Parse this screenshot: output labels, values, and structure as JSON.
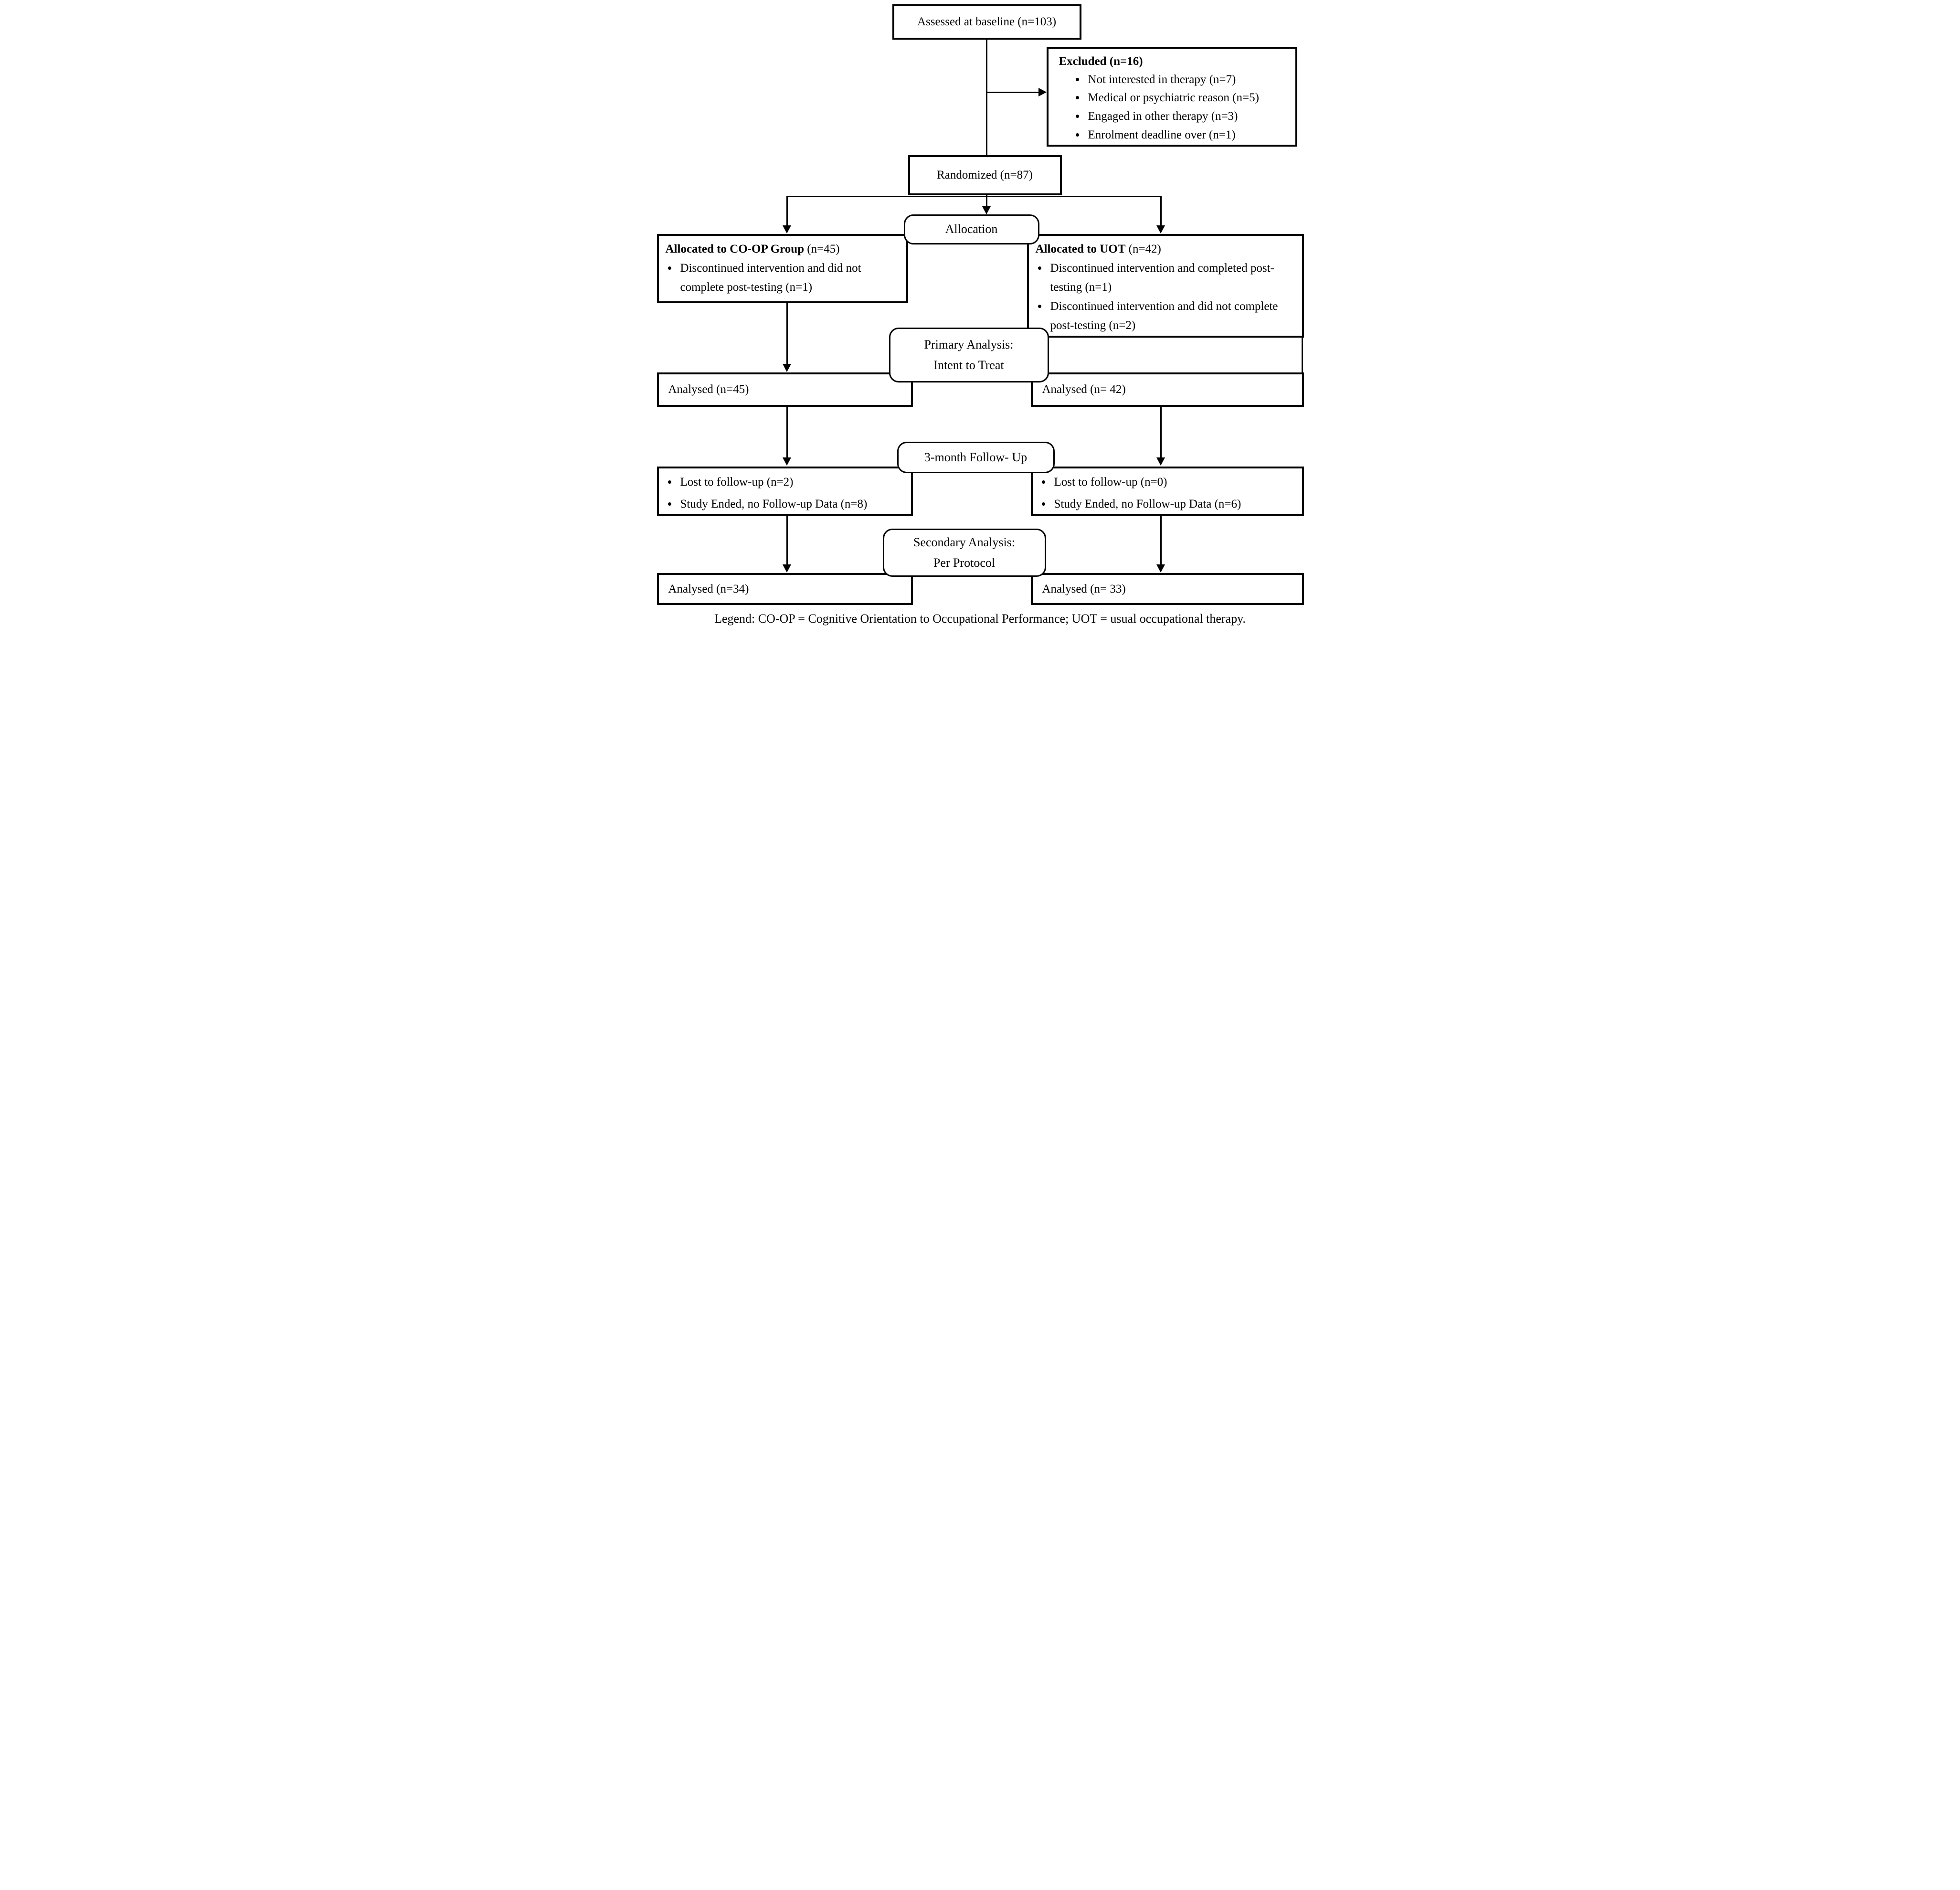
{
  "diagram": {
    "nodes": {
      "assessed": {
        "label": "Assessed at baseline (n=103)"
      },
      "excluded": {
        "title": "Excluded  (n=16)",
        "items": [
          "Not interested in therapy (n=7)",
          "Medical or psychiatric reason (n=5)",
          "Engaged in other therapy (n=3)",
          "Enrolment deadline over (n=1)"
        ]
      },
      "randomized": {
        "label": "Randomized (n=87)"
      },
      "allocation": {
        "label": "Allocation"
      },
      "coop": {
        "title_bold": "Allocated to CO-OP Group",
        "title_rest": " (n=45)",
        "items": [
          "Discontinued intervention and did not complete post-testing (n=1)"
        ]
      },
      "uot": {
        "title_bold": "Allocated to UOT",
        "title_rest": " (n=42)",
        "items": [
          "Discontinued intervention and completed post-testing (n=1)",
          "Discontinued intervention and did not complete post-testing (n=2)"
        ]
      },
      "primary": {
        "line1": "Primary Analysis:",
        "line2": "Intent to Treat"
      },
      "analysed_itt_coop": {
        "label": "Analysed (n=45)"
      },
      "analysed_itt_uot": {
        "label": "Analysed (n= 42)"
      },
      "followup": {
        "label": "3-month Follow- Up"
      },
      "followup_coop": {
        "items": [
          "Lost to follow-up (n=2)",
          "Study Ended, no Follow-up Data (n=8)"
        ]
      },
      "followup_uot": {
        "items": [
          "Lost to follow-up (n=0)",
          "Study Ended, no Follow-up Data (n=6)"
        ]
      },
      "secondary": {
        "line1": "Secondary Analysis:",
        "line2": "Per Protocol"
      },
      "analysed_pp_coop": {
        "label": "Analysed (n=34)"
      },
      "analysed_pp_uot": {
        "label": "Analysed (n= 33)"
      }
    },
    "legend": "Legend: CO-OP = Cognitive Orientation to Occupational Performance; UOT = usual occupational therapy.",
    "colors": {
      "line": "#000000",
      "background": "#ffffff"
    }
  }
}
